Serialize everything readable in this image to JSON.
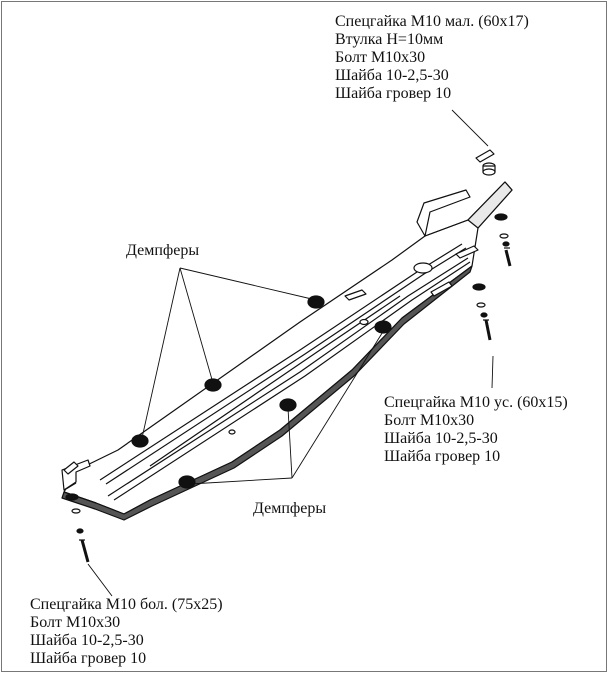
{
  "callouts": {
    "top_right": {
      "lines": [
        "Спецгайка М10 мал. (60х17)",
        "Втулка Н=10мм",
        "Болт М10х30",
        "Шайба 10-2,5-30",
        "Шайба гровер 10"
      ]
    },
    "middle_right": {
      "lines": [
        "Спецгайка М10 ус. (60х15)",
        "Болт М10х30",
        "Шайба 10-2,5-30",
        "Шайба гровер 10"
      ]
    },
    "bottom_left": {
      "lines": [
        "Спецгайка М10 бол. (75х25)",
        "Болт М10х30",
        "Шайба 10-2,5-30",
        "Шайба гровер 10"
      ]
    },
    "dampers_upper": "Демпферы",
    "dampers_lower": "Демпферы"
  }
}
